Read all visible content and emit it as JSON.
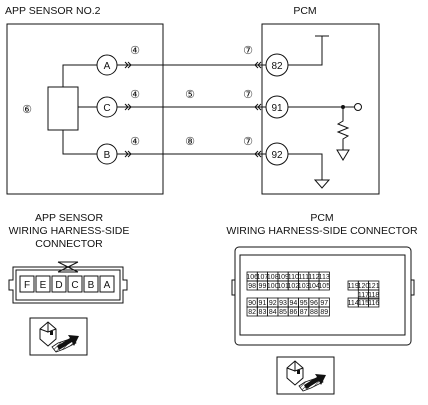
{
  "labels": {
    "app_sensor": "APP SENSOR NO.2",
    "pcm": "PCM",
    "app_conn_title_1": "APP SENSOR",
    "app_conn_title_2": "WIRING HARNESS-SIDE",
    "app_conn_title_3": "CONNECTOR",
    "pcm_conn_title_1": "PCM",
    "pcm_conn_title_2": "WIRING HARNESS-SIDE CONNECTOR"
  },
  "sensor_ref": "⑥",
  "sensor_pins": [
    "A",
    "C",
    "B"
  ],
  "pcm_pins": [
    "82",
    "91",
    "92"
  ],
  "wire_refs": {
    "row_a": [
      "④",
      "⑦"
    ],
    "row_c": [
      "④",
      "⑤",
      "⑦"
    ],
    "row_b": [
      "④",
      "⑧",
      "⑦"
    ]
  },
  "app_connector_pins": [
    "F",
    "E",
    "D",
    "C",
    "B",
    "A"
  ],
  "pcm_connector": {
    "left_rows": [
      [
        "106",
        "107",
        "108",
        "109",
        "110",
        "111",
        "112",
        "113"
      ],
      [
        "98",
        "99",
        "100",
        "101",
        "102",
        "103",
        "104",
        "105"
      ],
      [
        "90",
        "91",
        "92",
        "93",
        "94",
        "95",
        "96",
        "97"
      ],
      [
        "82",
        "83",
        "84",
        "85",
        "86",
        "87",
        "88",
        "89"
      ]
    ],
    "right_rows": [
      [
        "119",
        "120",
        "121"
      ],
      [
        "117",
        "118"
      ],
      [
        "114",
        "115",
        "116"
      ]
    ]
  }
}
